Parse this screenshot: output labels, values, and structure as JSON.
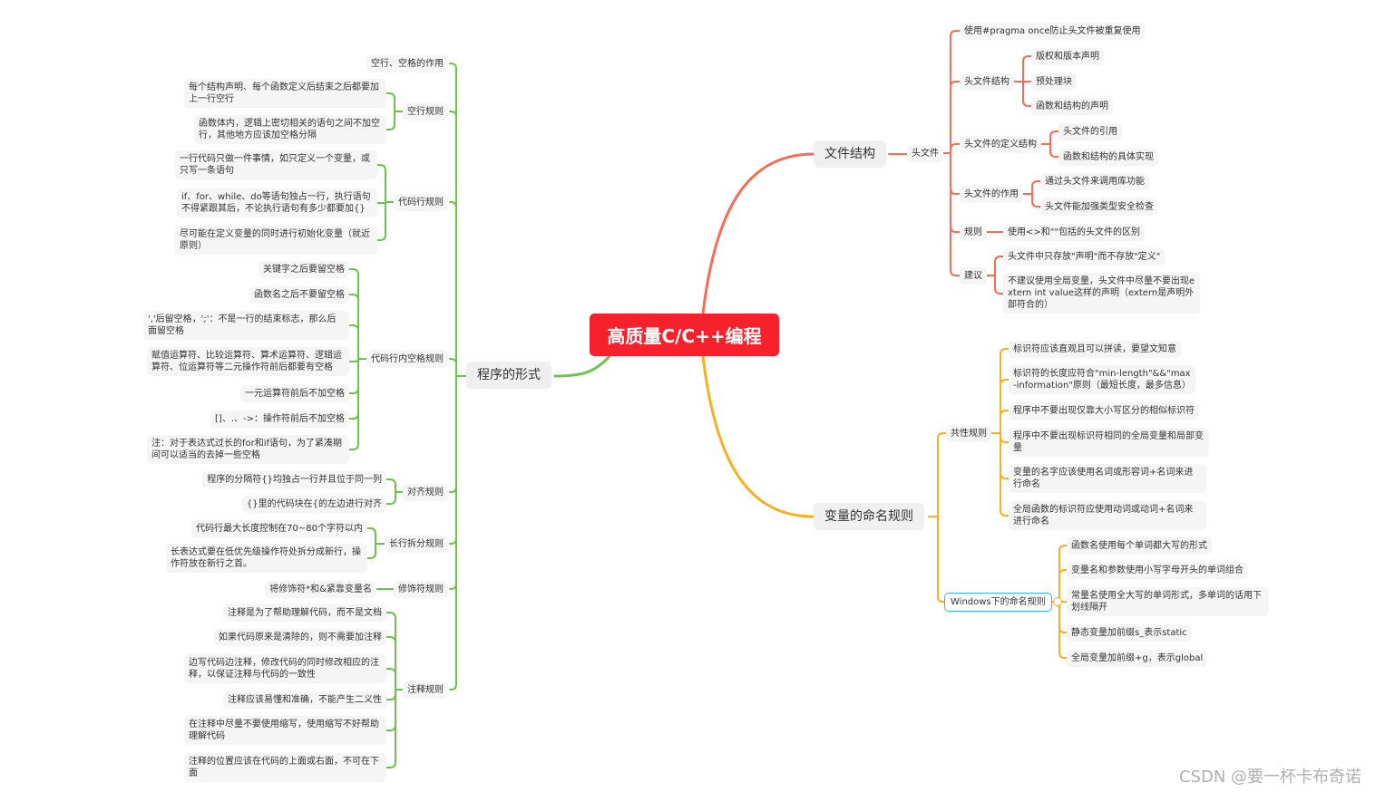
{
  "root": {
    "title": "高质量C/C++编程"
  },
  "left": {
    "title": "程序的形式",
    "branches": [
      {
        "label": "空行、空格的作用"
      },
      {
        "label": "空行规则",
        "items": [
          "每个结构声明、每个函数定义后结束之后都要加上一行空行",
          "函数体内，逻辑上密切相关的语句之间不加空行，其他地方应该加空格分隔"
        ]
      },
      {
        "label": "代码行规则",
        "items": [
          "一行代码只做一件事情，如只定义一个变量，或只写一条语句",
          "if、for、while、do等语句独占一行，执行语句不得紧跟其后，不论执行语句有多少都要加{}",
          "尽可能在定义变量的同时进行初始化变量（就近原则）"
        ]
      },
      {
        "label": "代码行内空格规则",
        "items": [
          "关键字之后要留空格",
          "函数名之后不要留空格",
          "','后留空格，';'：不是一行的结束标志，那么后面留空格",
          "赋值运算符、比较运算符、算术运算符、逻辑运算符、位运算符等二元操作符前后都要有空格",
          "一元运算符前后不加空格",
          "[]、.、->：操作符前后不加空格",
          "注：对于表达式过长的for和if语句，为了紧凑期间可以适当的去掉一些空格"
        ]
      },
      {
        "label": "对齐规则",
        "items": [
          "程序的分隔符{}均独占一行并且位于同一列",
          "{}里的代码块在{的左边进行对齐"
        ]
      },
      {
        "label": "长行拆分规则",
        "items": [
          "代码行最大长度控制在70~80个字符以内",
          "长表达式要在低优先级操作符处拆分成新行，操作符放在新行之首。"
        ]
      },
      {
        "label": "修饰符规则",
        "items": [
          "将修饰符*和&紧靠变量名"
        ]
      },
      {
        "label": "注释规则",
        "items": [
          "注释是为了帮助理解代码，而不是文档",
          "如果代码原来是清除的，则不需要加注释",
          "边写代码边注释，修改代码的同时修改相应的注释，以保证注释与代码的一致性",
          "注释应该易懂和准确，不能产生二义性",
          "在注释中尽量不要使用缩写，使用缩写不好帮助理解代码",
          "注释的位置应该在代码的上面或右面，不可在下面"
        ]
      }
    ]
  },
  "file": {
    "title": "文件结构",
    "header": "头文件",
    "branches": [
      {
        "label": "使用#pragma once防止头文件被重复使用"
      },
      {
        "label": "头文件结构",
        "items": [
          "版权和版本声明",
          "预处理块",
          "函数和结构的声明"
        ]
      },
      {
        "label": "头文件的定义结构",
        "items": [
          "头文件的引用",
          "函数和结构的具体实现"
        ]
      },
      {
        "label": "头文件的作用",
        "items": [
          "通过头文件来调用库功能",
          "头文件能加强类型安全检查"
        ]
      },
      {
        "label": "规则",
        "items": [
          "使用<>和\"\"包括的头文件的区别"
        ]
      },
      {
        "label": "建议",
        "items": [
          "头文件中只存放\"声明\"而不存放\"定义\"",
          "不建议使用全局变量，头文件中尽量不要出现extern int value这样的声明（extern是声明外部符合的）"
        ]
      }
    ]
  },
  "naming": {
    "title": "变量的命名规则",
    "branches": [
      {
        "label": "共性规则",
        "items": [
          "标识符应该直观且可以拼读，要望文知意",
          "标识符的长度应符合\"min-length\"&&\"max-information\"原则（最短长度，最多信息）",
          "程序中不要出现仅靠大小写区分的相似标识符",
          "程序中不要出现标识符相同的全局变量和局部变量",
          "变量的名字应该使用名词或形容词+名词来进行命名",
          "全局函数的标识符应使用动词或动词+名词来进行命名"
        ]
      },
      {
        "label": "Windows下的命名规则",
        "items": [
          "函数名使用每个单词都大写的形式",
          "变量名和参数使用小写字母开头的单词组合",
          "常量名使用全大写的单词形式，多单词的话用下划线隔开",
          "静态变量加前缀s_表示static",
          "全局变量加前缀+g，表示global"
        ]
      }
    ]
  },
  "watermark": "CSDN @要一杯卡布奇诺",
  "colors": {
    "root": "#f5222d",
    "green": "#6dc24b",
    "red": "#fa6a55",
    "orange": "#f9ae1b",
    "selected": "#3ab4f2"
  }
}
